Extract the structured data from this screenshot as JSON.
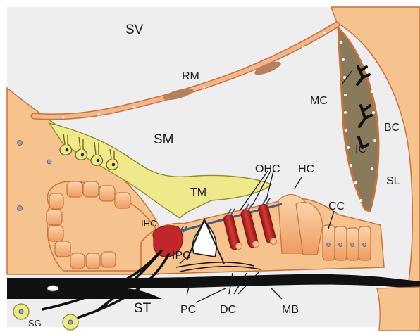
{
  "labels": {
    "sv": "SV",
    "rm": "RM",
    "sm": "SM",
    "mc": "MC",
    "bc": "BC",
    "ic": "IC",
    "sl": "SL",
    "tm": "TM",
    "ohc": "OHC",
    "hc": "HC",
    "cc": "CC",
    "ihc": "IHC",
    "ipc": "IPC",
    "st": "ST",
    "pc": "PC",
    "dc": "DC",
    "mb": "MB",
    "sg": "SG"
  },
  "colors": {
    "tissue": "#f6c38e",
    "tissue_edge": "#c8713a",
    "cell": "#f2a878",
    "membrane": "#efe98c",
    "hair_cell": "#c0262a",
    "stria": "#8a7a5c",
    "fluid": "#f0f0f2",
    "fiber": "#111111"
  }
}
